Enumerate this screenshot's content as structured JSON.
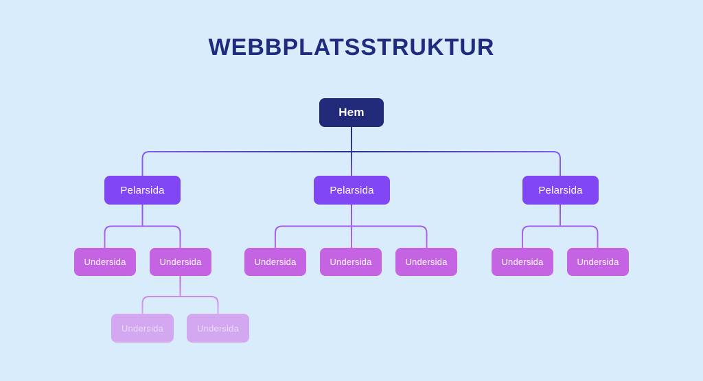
{
  "title": "WEBBPLATSSTRUKTUR",
  "tree": {
    "root": {
      "label": "Hem"
    },
    "pillars": [
      {
        "label": "Pelarsida",
        "children": [
          {
            "label": "Undersida"
          },
          {
            "label": "Undersida",
            "children": [
              {
                "label": "Undersida"
              },
              {
                "label": "Undersida"
              }
            ]
          }
        ]
      },
      {
        "label": "Pelarsida",
        "children": [
          {
            "label": "Undersida"
          },
          {
            "label": "Undersida"
          },
          {
            "label": "Undersida"
          }
        ]
      },
      {
        "label": "Pelarsida",
        "children": [
          {
            "label": "Undersida"
          },
          {
            "label": "Undersida"
          }
        ]
      }
    ]
  },
  "colors": {
    "background": "#d9ecfc",
    "title_text": "#1e2b7e",
    "root_node": "#222a7a",
    "pillar_node": "#8247f5",
    "subpage_node": "#c464e2",
    "subpage_light_node": "#d3a8f0",
    "subpage_light_text": "#ead9f9",
    "connector_purple": "#8a5bf5",
    "connector_navy": "#2e3487",
    "connector_orchid": "#c466e3",
    "connector_lavender": "#d2a7ef"
  }
}
